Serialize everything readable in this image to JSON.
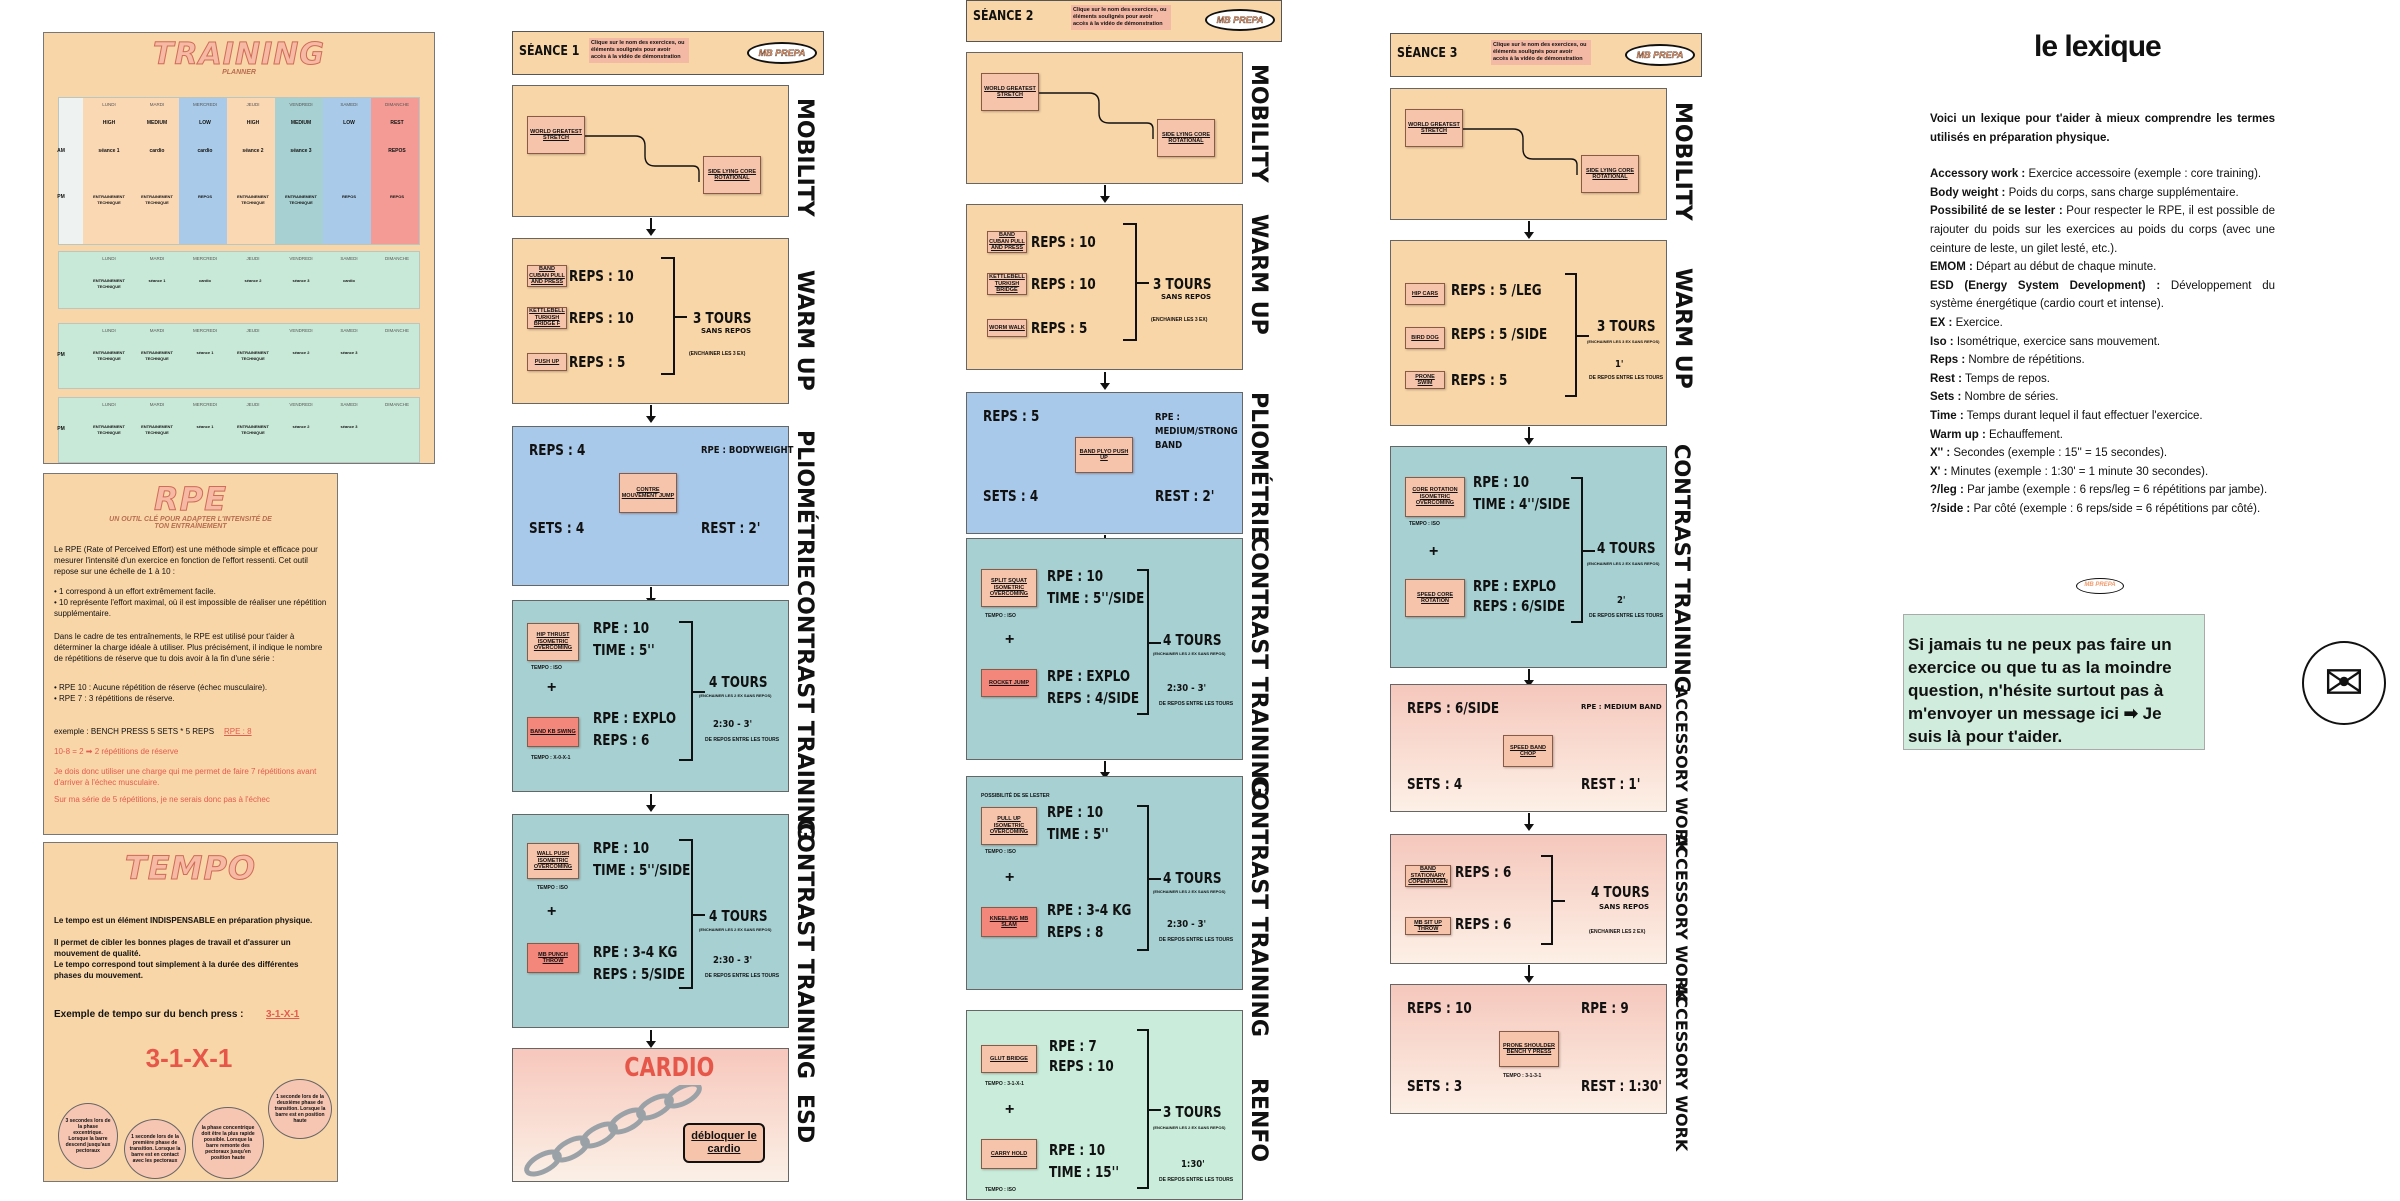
{
  "planner": {
    "title": "TRAINING",
    "subtitle": "PLANNER",
    "days": [
      "LUNDI",
      "MARDI",
      "MERCREDI",
      "JEUDI",
      "VENDREDI",
      "SAMEDI",
      "DIMANCHE"
    ],
    "week1": {
      "intensity": [
        "HIGH",
        "MEDIUM",
        "LOW",
        "HIGH",
        "MEDIUM",
        "LOW",
        "REST"
      ],
      "am": "AM",
      "pm": "PM",
      "am_cells": [
        "séance 1",
        "cardio",
        "cardio",
        "séance 2",
        "séance 3",
        "",
        "REPOS"
      ],
      "pm_cells": [
        "ENTRAINEMENT TECHNIQUE",
        "ENTRAINEMENT TECHNIQUE",
        "REPOS",
        "ENTRAINEMENT TECHNIQUE",
        "ENTRAINEMENT TECHNIQUE",
        "REPOS",
        "REPOS"
      ]
    },
    "week2": [
      "ENTRAINEMENT TECHNIQUE",
      "séance 1",
      "cardio",
      "séance 2",
      "séance 3",
      "cardio",
      ""
    ],
    "week3": [
      "ENTRAINEMENT TECHNIQUE",
      "ENTRAINEMENT TECHNIQUE",
      "séance 1",
      "ENTRAINEMENT TECHNIQUE",
      "séance 2",
      "séance 3",
      ""
    ],
    "week4": [
      "ENTRAINEMENT TECHNIQUE",
      "ENTRAINEMENT TECHNIQUE",
      "séance 1",
      "ENTRAINEMENT TECHNIQUE",
      "séance 2",
      "séance 3",
      ""
    ],
    "pm_label": "PM"
  },
  "rpe": {
    "title": "RPE",
    "subtitle": "UN OUTIL CLÉ POUR ADAPTER L'INTENSITÉ DE TON ENTRAÎNEMENT",
    "p1": "Le RPE (Rate of Perceived Effort) est une méthode simple et efficace pour mesurer l'intensité d'un exercice en fonction de l'effort ressenti. Cet outil repose sur une échelle de 1 à 10 :",
    "b1": "• 1 correspond à un effort extrêmement facile.",
    "b2": "• 10 représente l'effort maximal, où il est impossible de réaliser une répétition supplémentaire.",
    "p2": "Dans le cadre de tes entraînements, le RPE est utilisé pour t'aider à déterminer la charge idéale à utiliser. Plus précisément, il indique le nombre de répétitions de réserve que tu dois avoir à la fin d'une série :",
    "b3": "• RPE 10 : Aucune répétition de réserve (échec musculaire).",
    "b4": "• RPE 7 : 3 répétitions de réserve.",
    "ex": "exemple : BENCH PRESS 5 SETS * 5 REPS",
    "ex_rpe": "RPE : 8",
    "calc": "10-8 = 2 ➡ 2 répétitions de réserve",
    "r1": "Je dois donc utiliser une charge qui me permet de faire 7 répétitions avant d'arriver à l'échec musculaire.",
    "r2": "Sur ma série de 5 répétitions, je ne serais donc pas à l'échec"
  },
  "tempo": {
    "title": "TEMPO",
    "p1": "Le tempo est un élément INDISPENSABLE en préparation physique.",
    "p2": "Il permet de cibler les bonnes plages de travail et d'assurer un mouvement de qualité.",
    "p3": "Le tempo correspond tout simplement à la durée des différentes phases du mouvement.",
    "ex": "Exemple de tempo sur du bench press :",
    "ex_val": "3-1-X-1",
    "big": "3-1-X-1",
    "bubbles": [
      "3 secondes lors de la phase excentrique. Lorsque la barre descend jusqu'aux pectoraux",
      "1 seconde lors de la première phase de transition. Lorsque la barre est en contact avec les pectoraux",
      "la phase concentrique doit être la plus rapide possible. Lorsque la barre remonte des pectoraux jusqu'en position haute",
      "1 seconde lors de la deuxième phase de transition. Lorsque la barre est en position haute"
    ]
  },
  "common": {
    "note": "Clique sur le nom des exercices, ou éléments soulignés pour avoir accès à la vidéo de démonstration",
    "logo": "MB PREPA"
  },
  "s1": {
    "title": "SÉANCE 1",
    "mob": {
      "label": "MOBILITY",
      "ex1": "WORLD GREATEST STRETCH",
      "ex2": "SIDE LYING CORE ROTATIONAL"
    },
    "warm": {
      "label": "WARM UP",
      "ex": [
        "BAND CUBAN PULL AND PRESS",
        "KETTLEBELL TURKISH BRIDGE F",
        "PUSH UP"
      ],
      "reps": [
        "REPS : 10",
        "REPS : 10",
        "REPS : 5"
      ],
      "tours": "3 TOURS",
      "sans": "SANS REPOS",
      "ench": "(ENCHAINER LES 3 EX)"
    },
    "plio": {
      "label": "PLIOMÉTRIE",
      "reps": "REPS : 4",
      "rpe": "RPE : BODYWEIGHT",
      "ex": "CONTRE MOUVEMENT JUMP",
      "sets": "SETS : 4",
      "rest": "REST : 2'"
    },
    "ct1": {
      "label": "CONTRAST TRAINING",
      "ex1": "HIP THRUST ISOMETRIC OVERCOMING",
      "rpe": "RPE : 10",
      "time": "TIME : 5''",
      "tempo1": "TEMPO : ISO",
      "plus": "+",
      "ex2": "BAND KB SWING",
      "expl": "RPE : EXPLO",
      "reps": "REPS : 6",
      "tempo2": "TEMPO : X-0-X-1",
      "tours": "4 TOURS",
      "ench": "(ENCHAINER LES 2 EX SANS REPOS)",
      "rest": "2:30 - 3'",
      "entre": "DE REPOS ENTRE LES TOURS"
    },
    "ct2": {
      "label": "CONTRAST TRAINING",
      "ex1": "WALL PUSH ISOMETRIC OVERCOMING",
      "rpe": "RPE : 10",
      "time": "TIME : 5''/SIDE",
      "tempo1": "TEMPO : ISO",
      "plus": "+",
      "ex2": "MB PUNCH THROW",
      "expl": "RPE : 3-4 KG",
      "reps": "REPS : 5/SIDE",
      "tours": "4 TOURS",
      "ench": "(ENCHAINER LES 2 EX SANS REPOS)",
      "rest": "2:30 - 3'",
      "entre": "DE REPOS ENTRE LES TOURS"
    },
    "esd": {
      "label": "ESD",
      "title": "CARDIO",
      "btn": "débloquer le cardio"
    }
  },
  "s2": {
    "title": "SÉANCE 2",
    "mob": {
      "label": "MOBILITY",
      "ex1": "WORLD GREATEST STRETCH",
      "ex2": "SIDE LYING CORE ROTATIONAL"
    },
    "warm": {
      "label": "WARM UP",
      "ex": [
        "BAND CUBAN PULL AND PRESS",
        "KETTLEBELL TURKISH BRIDGE",
        "WORM WALK"
      ],
      "reps": [
        "REPS : 10",
        "REPS : 10",
        "REPS : 5"
      ],
      "tours": "3 TOURS",
      "sans": "SANS REPOS",
      "ench": "(ENCHAINER LES 3 EX)"
    },
    "plio": {
      "label": "PLIOMÉTRIE",
      "reps": "REPS : 5",
      "rpe": "RPE : MEDIUM/STRONG BAND",
      "ex": "BAND PLYO PUSH UP",
      "sets": "SETS : 4",
      "rest": "REST : 2'"
    },
    "ct1": {
      "label": "CONTRAST TRAINING",
      "ex1": "SPLIT SQUAT ISOMETRIC OVERCOMING",
      "rpe": "RPE : 10",
      "time": "TIME : 5''/SIDE",
      "tempo1": "TEMPO : ISO",
      "plus": "+",
      "ex2": "ROCKET JUMP",
      "expl": "RPE : EXPLO",
      "reps": "REPS : 4/SIDE",
      "tours": "4 TOURS",
      "ench": "(ENCHAINER LES 2 EX SANS REPOS)",
      "rest": "2:30 - 3'",
      "entre": "DE REPOS ENTRE LES TOURS"
    },
    "ct2": {
      "label": "CONTRAST TRAINING",
      "pre": "POSSIBILITÉ DE SE LESTER",
      "ex1": "PULL UP ISOMETRIC OVERCOMING",
      "rpe": "RPE : 10",
      "time": "TIME : 5''",
      "tempo1": "TEMPO : ISO",
      "plus": "+",
      "ex2": "KNEELING MB SLAM",
      "expl": "RPE : 3-4 KG",
      "reps": "REPS : 8",
      "tours": "4 TOURS",
      "ench": "(ENCHAINER LES 2 EX SANS REPOS)",
      "rest": "2:30 - 3'",
      "entre": "DE REPOS ENTRE LES TOURS"
    },
    "renfo": {
      "label": "RENFO",
      "ex1": "GLUT BRIDGE",
      "rpe": "RPE : 7",
      "reps": "REPS : 10",
      "tempo1": "TEMPO : 3-1-X-1",
      "plus": "+",
      "ex2": "CARRY HOLD",
      "rpe2": "RPE : 10",
      "time": "TIME : 15''",
      "tempo2": "TEMPO : ISO",
      "tours": "3 TOURS",
      "ench": "(ENCHAINER LES 2 EX SANS REPOS)",
      "rest": "1:30'",
      "entre": "DE REPOS ENTRE LES TOURS"
    }
  },
  "s3": {
    "title": "SÉANCE 3",
    "mob": {
      "label": "MOBILITY",
      "ex1": "WORLD GREATEST STRETCH",
      "ex2": "SIDE LYING CORE ROTATIONAL"
    },
    "warm": {
      "label": "WARM UP",
      "ex": [
        "HIP CARS",
        "BIRD DOG",
        "PRONE SWIM"
      ],
      "reps": [
        "REPS : 5 /LEG",
        "REPS : 5 /SIDE",
        "REPS : 5"
      ],
      "tours": "3 TOURS",
      "ench": "(ENCHAINER LES 3 EX SANS REPOS)",
      "rest": "1'",
      "entre": "DE REPOS ENTRE LES TOURS"
    },
    "ct": {
      "label": "CONTRAST TRAINING",
      "ex1": "CORE ROTATION ISOMETRIC OVERCOMING",
      "rpe": "RPE : 10",
      "time": "TIME : 4''/SIDE",
      "tempo1": "TEMPO : ISO",
      "plus": "+",
      "ex2": "SPEED CORE ROTATION",
      "expl": "RPE : EXPLO",
      "reps": "REPS : 6/SIDE",
      "tours": "4 TOURS",
      "ench": "(ENCHAINER LES 2 EX SANS REPOS)",
      "rest": "2'",
      "entre": "DE REPOS ENTRE LES TOURS"
    },
    "acc1": {
      "label": "ACCESSORY WORK",
      "reps": "REPS : 6/SIDE",
      "rpe": "RPE : MEDIUM BAND",
      "ex": "SPEED BAND CHOP",
      "sets": "SETS : 4",
      "rest": "REST : 1'"
    },
    "acc2": {
      "label": "ACCESSORY WORK",
      "ex1": "BAND STATIONARY COPENHAGEN",
      "ex2": "MB SIT UP THROW",
      "reps1": "REPS : 6",
      "reps2": "REPS : 6",
      "tours": "4 TOURS",
      "sans": "SANS REPOS",
      "ench": "(ENCHAINER LES 2 EX)"
    },
    "acc3": {
      "label": "ACCESSORY WORK",
      "reps": "REPS : 10",
      "rpe": "RPE : 9",
      "ex": "PRONE SHOULDER BENCH Y PRESS",
      "tempo": "TEMPO : 3-1-3-1",
      "sets": "SETS : 3",
      "rest": "REST : 1:30'"
    }
  },
  "lexique": {
    "title": "le lexique",
    "intro": "Voici un lexique pour t'aider à mieux comprendre les termes utilisés en préparation physique.",
    "items": [
      {
        "k": "Accessory work :",
        "v": "Exercice accessoire (exemple : core training)."
      },
      {
        "k": "Body weight :",
        "v": "Poids du corps, sans charge supplémentaire."
      },
      {
        "k": "Possibilité de se lester :",
        "v": "Pour respecter le RPE, il est possible de rajouter du poids sur les exercices au poids du corps (avec une ceinture de leste, un gilet lesté, etc.)."
      },
      {
        "k": "EMOM :",
        "v": "Départ au début de chaque minute."
      },
      {
        "k": "ESD (Energy System Development) :",
        "v": "Développement du système énergétique (cardio court et intense)."
      },
      {
        "k": "EX :",
        "v": "Exercice."
      },
      {
        "k": "Iso :",
        "v": "Isométrique, exercice sans mouvement."
      },
      {
        "k": "Reps :",
        "v": "Nombre de répétitions."
      },
      {
        "k": "Rest :",
        "v": "Temps de repos."
      },
      {
        "k": "Sets :",
        "v": "Nombre de séries."
      },
      {
        "k": "Time :",
        "v": "Temps durant lequel il faut effectuer l'exercice."
      },
      {
        "k": "Warm up :",
        "v": "Echauffement."
      },
      {
        "k": "X'' :",
        "v": "Secondes (exemple : 15'' = 15 secondes)."
      },
      {
        "k": "X' :",
        "v": "Minutes (exemple : 1:30' = 1 minute 30 secondes)."
      },
      {
        "k": "?/leg :",
        "v": "Par jambe (exemple : 6 reps/leg = 6 répétitions par jambe)."
      },
      {
        "k": "?/side :",
        "v": "Par côté (exemple : 6 reps/side = 6 répétitions par côté)."
      }
    ],
    "logo": "MB PREPA",
    "contact": "Si jamais tu ne peux pas faire un exercice ou que tu as la moindre question, n'hésite surtout pas à m'envoyer un message ici ➡ Je suis là pour t'aider.",
    "mail_icon": "✉"
  }
}
